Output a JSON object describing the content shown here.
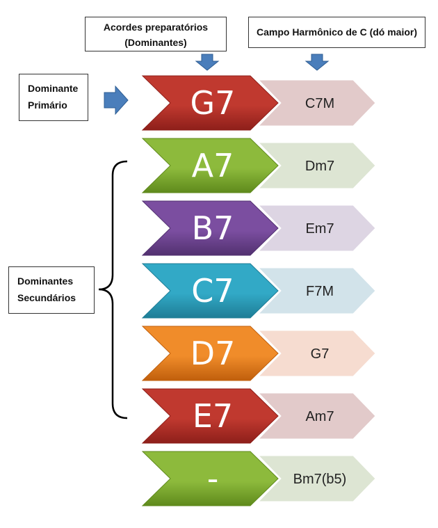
{
  "labels": {
    "preparatory": [
      "Acordes preparatórios",
      "(Dominantes)"
    ],
    "field": "Campo Harmônico de C (dó maior)",
    "primary": [
      "Dominante",
      "Primário"
    ],
    "secondary": [
      "Dominantes",
      "Secundários"
    ]
  },
  "rows": [
    {
      "dominant": "G7",
      "target": "C7M",
      "color": "#c0392f",
      "dark": "#8e1f1a",
      "light": "#e2caca"
    },
    {
      "dominant": "A7",
      "target": "Dm7",
      "color": "#8dba3c",
      "dark": "#5f8a1c",
      "light": "#dde5d3"
    },
    {
      "dominant": "B7",
      "target": "Em7",
      "color": "#7b4ea0",
      "dark": "#523170",
      "light": "#ddd5e3"
    },
    {
      "dominant": "C7",
      "target": "F7M",
      "color": "#32a9c6",
      "dark": "#1e7d96",
      "light": "#d2e3ea"
    },
    {
      "dominant": "D7",
      "target": "G7",
      "color": "#f08c2a",
      "dark": "#c05f0c",
      "light": "#f6dcd0"
    },
    {
      "dominant": "E7",
      "target": "Am7",
      "color": "#c0392f",
      "dark": "#8e1f1a",
      "light": "#e2caca"
    },
    {
      "dominant": "-",
      "target": "Bm7(b5)",
      "color": "#8dba3c",
      "dark": "#5f8a1c",
      "light": "#dde5d3"
    }
  ],
  "colors": {
    "arrow": "#4a7ebb",
    "arrowStroke": "#2e5d93",
    "bracket": "#000000"
  }
}
